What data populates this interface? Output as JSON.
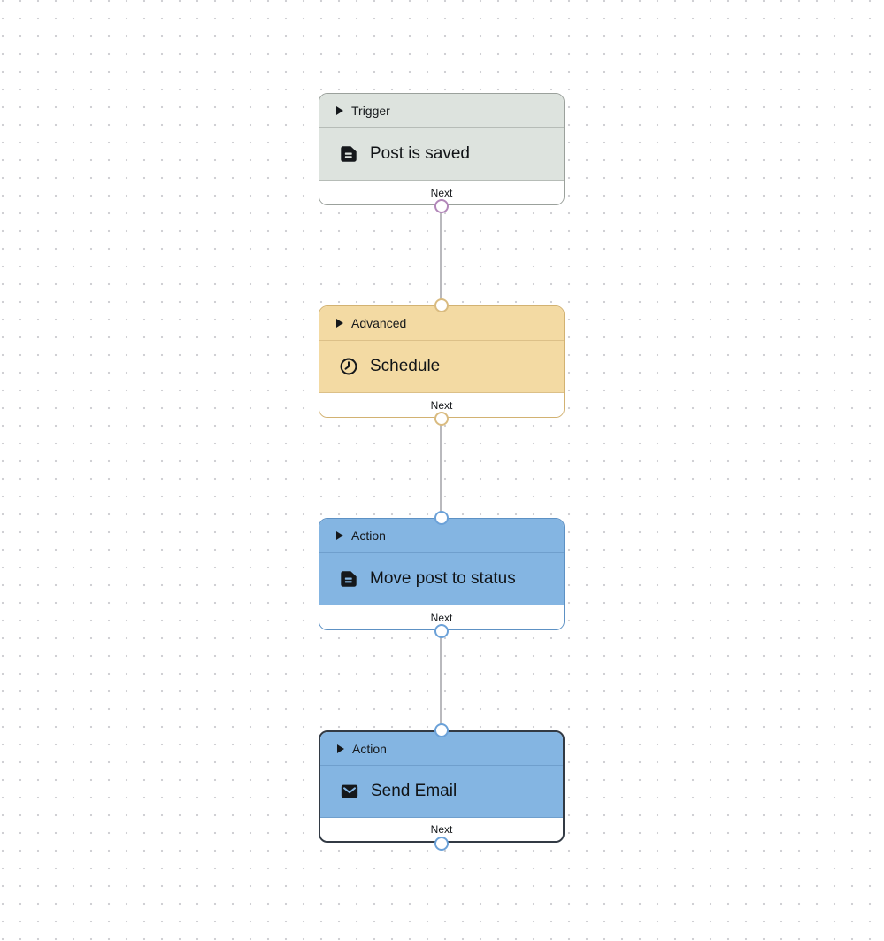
{
  "canvas": {
    "background_color": "#ffffff",
    "dot_color": "#d0d0d4",
    "connector_line_color": "#b9b9bd"
  },
  "nodes": [
    {
      "category": "Trigger",
      "title": "Post is saved",
      "footer_label": "Next",
      "icon": "document-icon",
      "selected": false,
      "has_input_port": false,
      "colors": {
        "bg": "#dde3de",
        "border": "#9ba19c",
        "divider": "#b6bcb7",
        "port": "#b287b9"
      }
    },
    {
      "category": "Advanced",
      "title": "Schedule",
      "footer_label": "Next",
      "icon": "clock-icon",
      "selected": false,
      "has_input_port": true,
      "colors": {
        "bg": "#f3daa3",
        "border": "#d2b272",
        "divider": "#dcc088",
        "port": "#d9bb80"
      }
    },
    {
      "category": "Action",
      "title": "Move post to status",
      "footer_label": "Next",
      "icon": "document-icon",
      "selected": false,
      "has_input_port": true,
      "colors": {
        "bg": "#84b5e2",
        "border": "#5d91c4",
        "divider": "#6f9fcd",
        "port": "#6ba1d8"
      }
    },
    {
      "category": "Action",
      "title": "Send Email",
      "footer_label": "Next",
      "icon": "mail-icon",
      "selected": true,
      "has_input_port": true,
      "colors": {
        "bg": "#84b5e2",
        "border": "#323a44",
        "divider": "#6f9fcd",
        "port": "#6ba1d8"
      }
    }
  ]
}
